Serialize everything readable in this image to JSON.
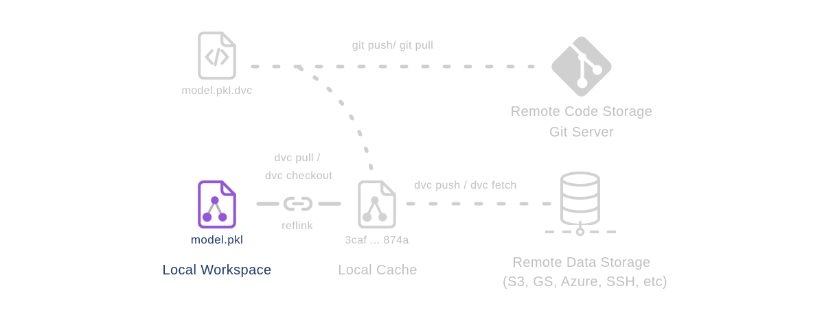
{
  "diagram": {
    "colors": {
      "background": "#ffffff",
      "muted_icon_gray": "#d2d2d2",
      "muted_line_gray": "#cfcfcf",
      "gray_text": "#c1c1c1",
      "navy_text": "#1d3c6e",
      "purple_accent": "#9355dd"
    },
    "nodes": {
      "dvc_pointer_file": {
        "label": "model.pkl.dvc"
      },
      "git_server": {
        "line1": "Remote Code Storage",
        "line2": "Git Server"
      },
      "workspace": {
        "file_label": "model.pkl",
        "title": "Local Workspace"
      },
      "cache": {
        "file_label": "3caf ... 874a",
        "title": "Local Cache"
      },
      "data_storage": {
        "line1": "Remote Data Storage",
        "line2": "(S3, GS, Azure, SSH, etc)"
      }
    },
    "edges": {
      "git_sync": {
        "label": "git push/ git pull"
      },
      "dvc_checkout": {
        "line1": "dvc pull /",
        "line2": "dvc checkout"
      },
      "reflink": {
        "label": "reflink"
      },
      "dvc_sync": {
        "label": "dvc push / dvc fetch"
      }
    }
  }
}
